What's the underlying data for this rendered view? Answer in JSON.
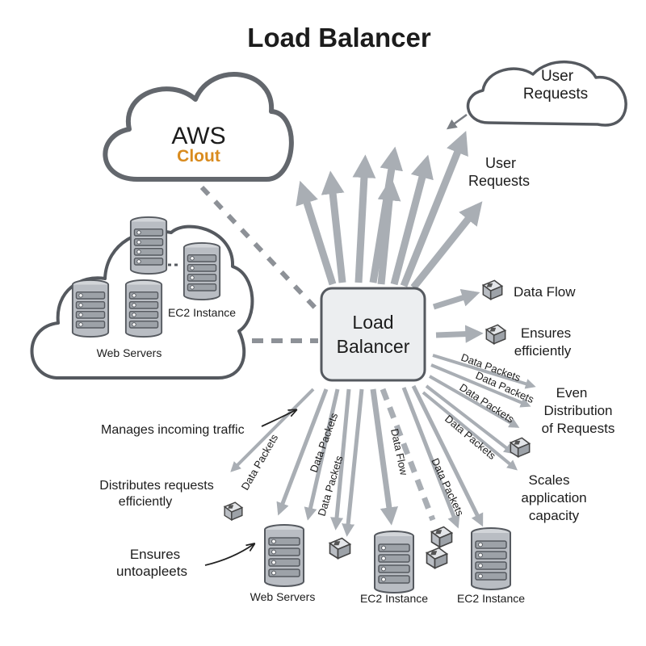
{
  "title": "Load Balancer",
  "center": {
    "line1": "Load",
    "line2": "Balancer"
  },
  "aws_cloud": {
    "line1": "AWS",
    "line2": "Clout",
    "accent": "#d98b1e"
  },
  "cluster": {
    "ec2_label": "EC2 Instance",
    "web_label": "Web Servers"
  },
  "user_cloud": {
    "line1": "User",
    "line2": "Requests"
  },
  "user_label": {
    "line1": "User",
    "line2": "Requests"
  },
  "right_labels": {
    "data_flow": "Data Flow",
    "ensures_1": "Ensures",
    "ensures_2": "efficiently",
    "packets_a": "Data Packets",
    "packets_b": "Data Packets",
    "packets_c": "Data Packets",
    "even_1": "Even",
    "even_2": "Distribution",
    "even_3": "of Requests",
    "packets_d": "Data Packets",
    "scales_1": "Scales",
    "scales_2": "application",
    "scales_3": "capacity"
  },
  "left_labels": {
    "manages": "Manages incoming traffic",
    "distributes_1": "Distributes requests",
    "distributes_2": "efficiently",
    "ensures_1": "Ensures",
    "ensures_2": "untoapleets"
  },
  "bottom_labels": {
    "packets_1": "Data Packets",
    "packets_2": "Data Packets",
    "packets_3": "Data Packets",
    "data_flow": "Data Flow",
    "packets_4": "Data Packets",
    "web_servers": "Web Servers",
    "ec2_1": "EC2 Instance",
    "ec2_2": "EC2 Instance"
  },
  "colors": {
    "arrow": "#a9aeb4",
    "server_fill": "#b9bdc3",
    "stroke": "#55595f",
    "box_fill": "#eceef0"
  }
}
